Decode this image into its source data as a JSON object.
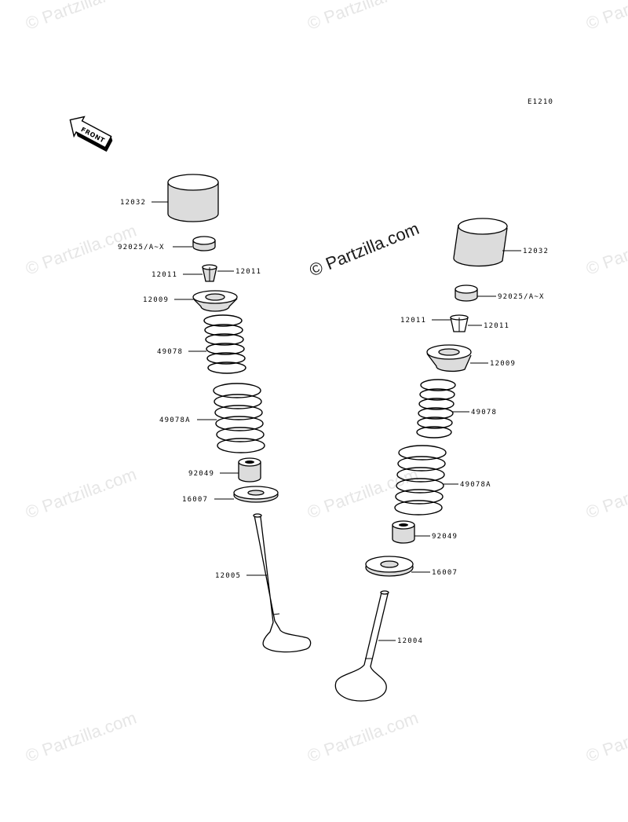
{
  "diagram": {
    "code": "E1210",
    "front_label": "FRONT",
    "watermark": "© Partzilla.com",
    "left_valve": {
      "tappet": "12032",
      "shim": "92025/A~X",
      "keeper_left": "12011",
      "keeper_right": "12011",
      "retainer": "12009",
      "spring_inner": "49078",
      "spring_outer": "49078A",
      "seal": "92049",
      "seat": "16007",
      "valve": "12005"
    },
    "right_valve": {
      "tappet": "12032",
      "shim": "92025/A~X",
      "keeper_left": "12011",
      "keeper_right": "12011",
      "retainer": "12009",
      "spring_inner": "49078",
      "spring_outer": "49078A",
      "seal": "92049",
      "seat": "16007",
      "valve": "12004"
    }
  }
}
